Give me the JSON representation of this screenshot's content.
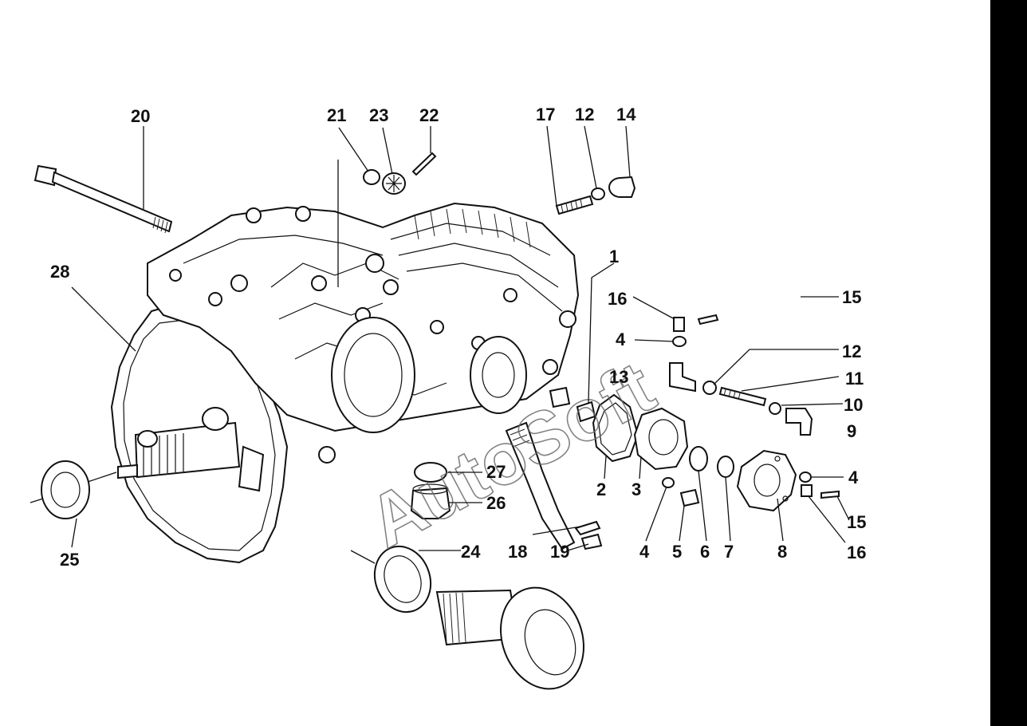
{
  "diagram": {
    "watermark": "AutoSoft",
    "callouts": [
      "1",
      "2",
      "3",
      "4",
      "5",
      "6",
      "7",
      "8",
      "9",
      "10",
      "11",
      "12",
      "13",
      "14",
      "15",
      "16",
      "17",
      "18",
      "19",
      "20",
      "21",
      "22",
      "23",
      "24",
      "25",
      "26",
      "27",
      "28"
    ]
  }
}
